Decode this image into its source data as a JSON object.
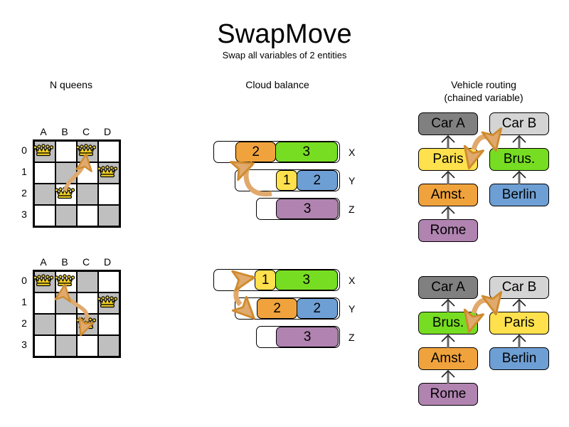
{
  "header": {
    "title": "SwapMove",
    "subtitle": "Swap all variables of 2 entities"
  },
  "columns": [
    {
      "id": "n-queens",
      "title": "N queens",
      "title2": ""
    },
    {
      "id": "cloud-balance",
      "title": "Cloud balance",
      "title2": ""
    },
    {
      "id": "vehicle-routing",
      "title": "Vehicle routing",
      "title2": "(chained variable)"
    }
  ],
  "colors": {
    "orange": "#f0a33c",
    "green": "#77dd22",
    "yellow": "#ffe14d",
    "blue": "#6e9fd4",
    "purple": "#b083b0",
    "gray_dark": "#808080",
    "gray_light": "#d4d4d4",
    "board_dark": "#bfbfbf",
    "board_light": "#ffffff",
    "arrow": "#e0a96d",
    "arrow_stroke": "#cf8b2e"
  },
  "nqueens": {
    "files": [
      "A",
      "B",
      "C",
      "D"
    ],
    "ranks": [
      "0",
      "1",
      "2",
      "3"
    ],
    "before": {
      "queens": [
        {
          "file": 0,
          "rank": 0
        },
        {
          "file": 2,
          "rank": 0
        },
        {
          "file": 3,
          "rank": 1
        },
        {
          "file": 1,
          "rank": 2
        }
      ],
      "swap": {
        "from": {
          "file": 2,
          "rank": 0
        },
        "to": {
          "file": 1,
          "rank": 2
        },
        "heads": 1
      }
    },
    "after": {
      "queens": [
        {
          "file": 0,
          "rank": 0
        },
        {
          "file": 1,
          "rank": 0
        },
        {
          "file": 3,
          "rank": 1
        },
        {
          "file": 2,
          "rank": 2
        }
      ],
      "swap": {
        "from": {
          "file": 1,
          "rank": 0
        },
        "to": {
          "file": 2,
          "rank": 2
        },
        "heads": 2
      }
    }
  },
  "cloudbalance": {
    "before": {
      "rows": [
        {
          "label": "X",
          "blank": 33,
          "segments": [
            {
              "value": "2",
              "color": "#f0a33c",
              "width": 57
            },
            {
              "value": "3",
              "color": "#77dd22",
              "width": 88
            }
          ]
        },
        {
          "label": "Y",
          "blank": 60,
          "segments": [
            {
              "value": "1",
              "color": "#ffe14d",
              "width": 30
            },
            {
              "value": "2",
              "color": "#6e9fd4",
              "width": 58
            }
          ]
        },
        {
          "label": "Z",
          "blank": 30,
          "segments": [
            {
              "value": "3",
              "color": "#b083b0",
              "width": 88
            }
          ]
        }
      ]
    },
    "after": {
      "rows": [
        {
          "label": "X",
          "blank": 60,
          "segments": [
            {
              "value": "1",
              "color": "#ffe14d",
              "width": 30
            },
            {
              "value": "3",
              "color": "#77dd22",
              "width": 88
            }
          ]
        },
        {
          "label": "Y",
          "blank": 33,
          "segments": [
            {
              "value": "2",
              "color": "#f0a33c",
              "width": 57
            },
            {
              "value": "2",
              "color": "#6e9fd4",
              "width": 58
            }
          ]
        },
        {
          "label": "Z",
          "blank": 30,
          "segments": [
            {
              "value": "3",
              "color": "#b083b0",
              "width": 88
            }
          ]
        }
      ]
    }
  },
  "vehiclerouting": {
    "before": {
      "chainA": [
        {
          "name": "Car A",
          "color": "#808080"
        },
        {
          "name": "Paris",
          "color": "#ffe14d"
        },
        {
          "name": "Amst.",
          "color": "#f0a33c"
        },
        {
          "name": "Rome",
          "color": "#b083b0"
        }
      ],
      "chainB": [
        {
          "name": "Car B",
          "color": "#d4d4d4"
        },
        {
          "name": "Brus.",
          "color": "#77dd22"
        },
        {
          "name": "Berlin",
          "color": "#6e9fd4"
        }
      ]
    },
    "after": {
      "chainA": [
        {
          "name": "Car A",
          "color": "#808080"
        },
        {
          "name": "Brus.",
          "color": "#77dd22"
        },
        {
          "name": "Amst.",
          "color": "#f0a33c"
        },
        {
          "name": "Rome",
          "color": "#b083b0"
        }
      ],
      "chainB": [
        {
          "name": "Car B",
          "color": "#d4d4d4"
        },
        {
          "name": "Paris",
          "color": "#ffe14d"
        },
        {
          "name": "Berlin",
          "color": "#6e9fd4"
        }
      ]
    }
  }
}
